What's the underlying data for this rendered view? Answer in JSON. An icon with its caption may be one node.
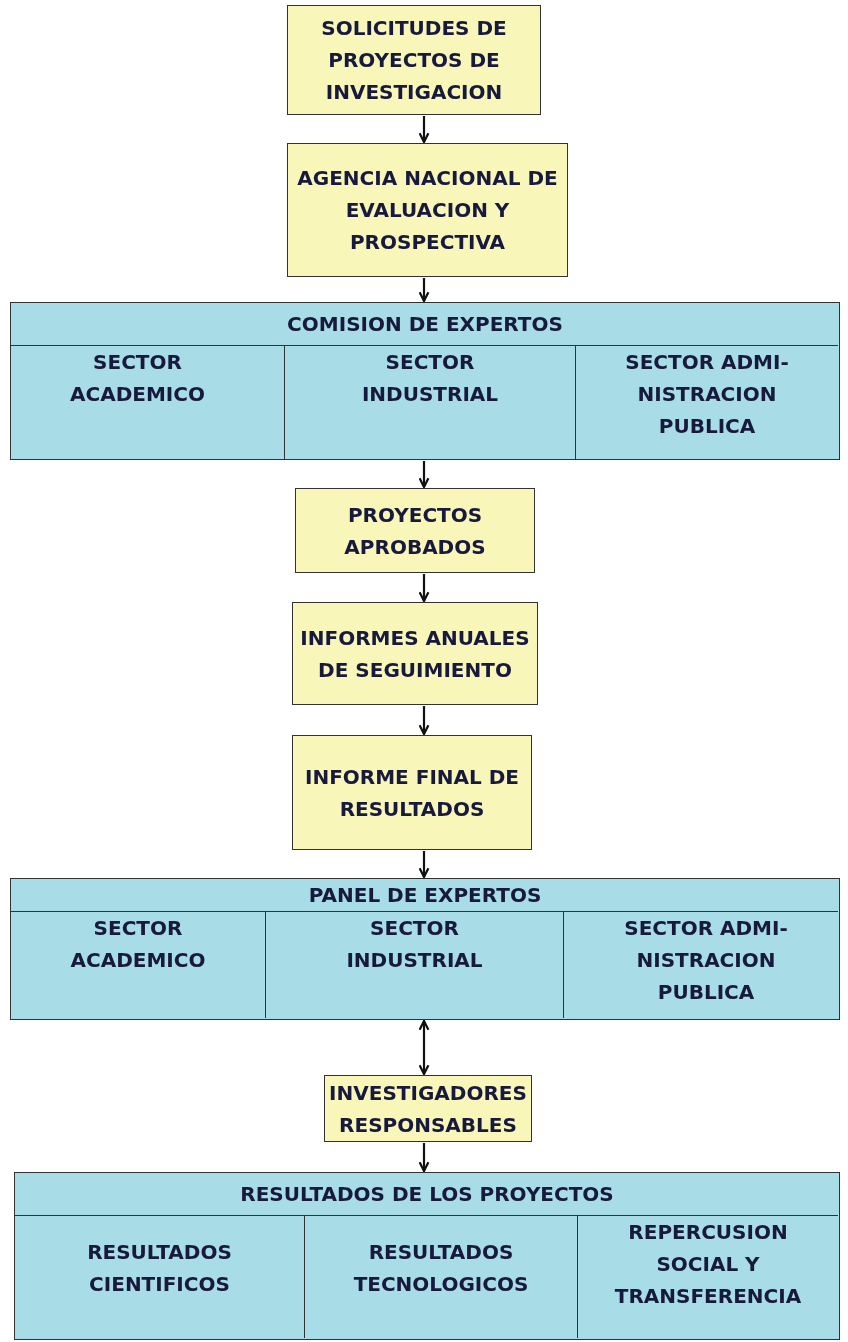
{
  "diagram": {
    "nodes": [
      {
        "text": [
          "SOLICITUDES DE PROYECTOS DE INVESTIGACION"
        ]
      },
      {
        "text": [
          "AGENCIA NACIONAL DE EVALUACION Y PROSPECTIVA"
        ]
      },
      {
        "text": [
          "COMISION DE EXPERTOS"
        ]
      },
      {
        "text": [
          "SECTOR ACADEMICO"
        ],
        "in": 2
      },
      {
        "text": [
          "SECTOR INDUSTRIAL"
        ],
        "in": 2
      },
      {
        "text": [
          "SECTOR ADMI- NISTRACION PUBLICA"
        ],
        "in": 2
      },
      {
        "text": [
          "PROYECTOS APROBADOS"
        ]
      },
      {
        "text": [
          "INFORMES ANUALES DE SEGUIMIENTO"
        ]
      },
      {
        "text": [
          "INFORME FINAL DE RESULTADOS"
        ]
      },
      {
        "text": [
          "PANEL DE EXPERTOS"
        ]
      },
      {
        "text": [
          "SECTOR ACADEMICO"
        ],
        "in": 9
      },
      {
        "text": [
          "SECTOR INDUSTRIAL"
        ],
        "in": 9
      },
      {
        "text": [
          "SECTOR ADMI- NISTRACION PUBLICA"
        ],
        "in": 9
      },
      {
        "text": [
          "INVESTIGADORES RESPONSABLES"
        ]
      },
      {
        "text": [
          "RESULTADOS DE LOS PROYECTOS"
        ]
      },
      {
        "text": [
          "RESULTADOS CIENTIFICOS"
        ],
        "in": 14
      },
      {
        "text": [
          "RESULTADOS TECNOLOGICOS"
        ],
        "in": 14
      },
      {
        "text": [
          "REPERCUSION SOCIAL Y TRANSFERENCIA"
        ],
        "in": 14
      }
    ],
    "edges": [
      {
        "from": 0,
        "to": 1,
        "arrow": "to"
      },
      {
        "from": 1,
        "to": 2,
        "arrow": "to"
      },
      {
        "from": 2,
        "to": 6,
        "arrow": "to"
      },
      {
        "from": 6,
        "to": 7,
        "arrow": "to"
      },
      {
        "from": 7,
        "to": 8,
        "arrow": "to"
      },
      {
        "from": 8,
        "to": 9,
        "arrow": "to"
      },
      {
        "from": 9,
        "to": 13,
        "arrow": "both"
      },
      {
        "from": 13,
        "to": 14,
        "arrow": "to"
      }
    ]
  }
}
